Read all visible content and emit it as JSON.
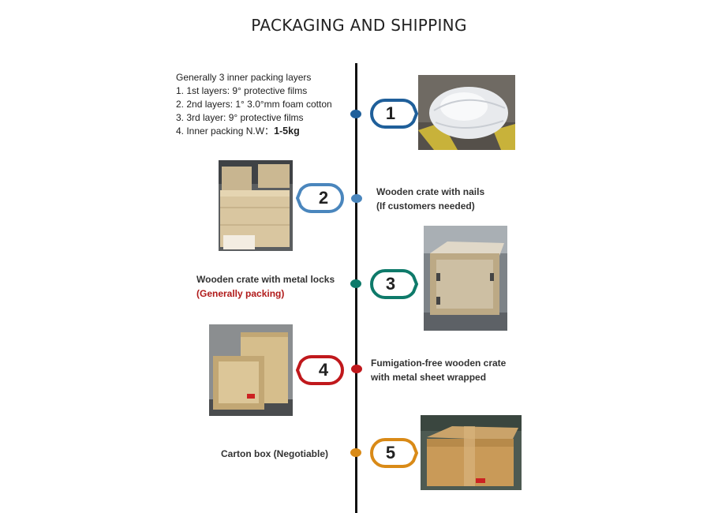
{
  "title": "PACKAGING AND SHIPPING",
  "colors": {
    "step1": "#1f5f9a",
    "step2": "#4a86bd",
    "step3": "#0e7a6a",
    "step4": "#c0181c",
    "step5": "#d98a17"
  },
  "steps": [
    {
      "number": "1",
      "intro": "Generally 3 inner packing layers",
      "items": [
        "1. 1st layers: 9° protective films",
        "2. 2nd layers: 1° 3.0°mm foam cotton",
        "3. 3rd layer: 9° protective films",
        "4. Inner packing N.W："
      ],
      "weight": "1-5kg"
    },
    {
      "number": "2",
      "line1": "Wooden crate with nails",
      "line2": "(If customers needed)"
    },
    {
      "number": "3",
      "line1": "Wooden crate with metal locks",
      "line2": "(Generally packing)"
    },
    {
      "number": "4",
      "line1": "Fumigation-free wooden crate",
      "line2": "with metal sheet wrapped"
    },
    {
      "number": "5",
      "line1": "Carton box (Negotiable)"
    }
  ]
}
